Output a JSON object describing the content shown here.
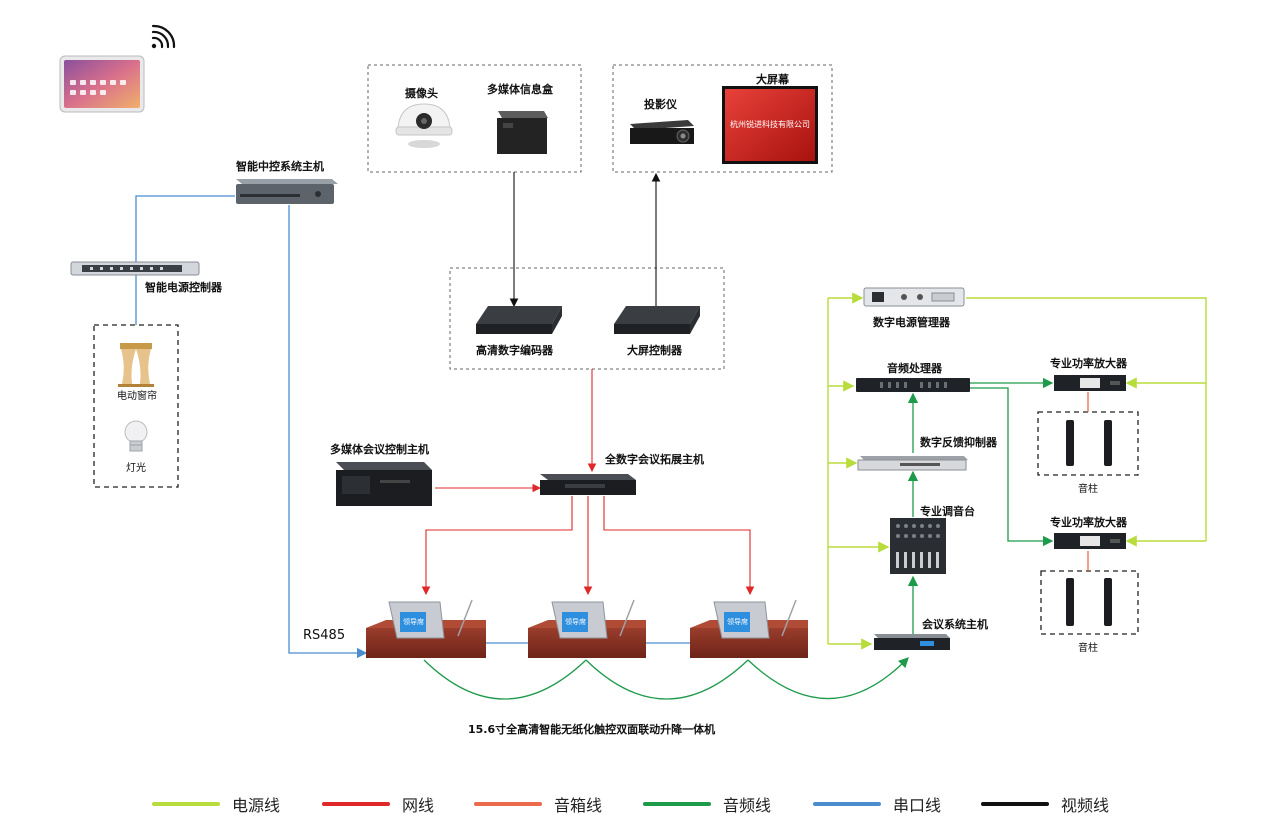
{
  "labels": {
    "central_control": "智能中控系统主机",
    "power_controller": "智能电源控制器",
    "curtain": "电动窗帘",
    "light": "灯光",
    "camera": "摄像头",
    "media_box": "多媒体信息盒",
    "projector": "投影仪",
    "big_screen": "大屏幕",
    "screen_text": "杭州锐进科技有限公司",
    "encoder": "高清数字编码器",
    "screen_controller": "大屏控制器",
    "media_host": "多媒体会议控制主机",
    "expansion_host": "全数字会议拓展主机",
    "rs485": "RS485",
    "terminal_caption": "15.6寸全高清智能无纸化触控双面联动升降一体机",
    "terminal_screen": "领导席",
    "power_manager": "数字电源管理器",
    "audio_processor": "音频处理器",
    "feedback_suppressor": "数字反馈抑制器",
    "mixer": "专业调音台",
    "conference_host": "会议系统主机",
    "amp1": "专业功率放大器",
    "amp2": "专业功率放大器",
    "speaker1": "音柱",
    "speaker2": "音柱"
  },
  "legend": [
    {
      "label": "电源线",
      "color": "#b8dc3c"
    },
    {
      "label": "网线",
      "color": "#e02828"
    },
    {
      "label": "音箱线",
      "color": "#ec6a4c"
    },
    {
      "label": "音频线",
      "color": "#1d9a4a"
    },
    {
      "label": "串口线",
      "color": "#4a8ed0"
    },
    {
      "label": "视频线",
      "color": "#111111"
    }
  ]
}
